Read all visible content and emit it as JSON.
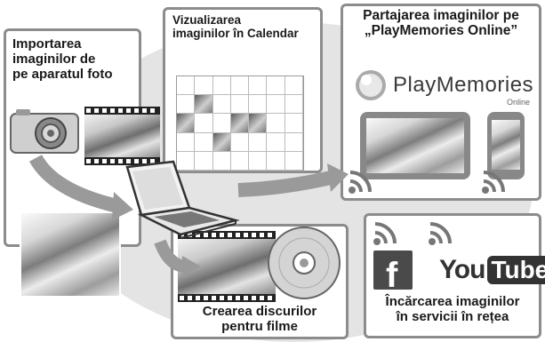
{
  "import": {
    "lines": [
      "Importarea",
      "imaginilor de",
      "pe aparatul foto"
    ]
  },
  "calendar": {
    "lines": [
      "Vizualizarea",
      "imaginilor în Calendar"
    ]
  },
  "share": {
    "lines": [
      "Partajarea imaginilor pe",
      "„PlayMemories Online”"
    ],
    "logo": "PlayMemories",
    "logo_sub": "Online"
  },
  "disc": {
    "lines": [
      "Crearea discurilor",
      "pentru filme"
    ]
  },
  "upload": {
    "lines": [
      "Încărcarea imaginilor",
      "în servicii în rețea"
    ],
    "youtube_you": "You",
    "youtube_tube": "Tube"
  }
}
